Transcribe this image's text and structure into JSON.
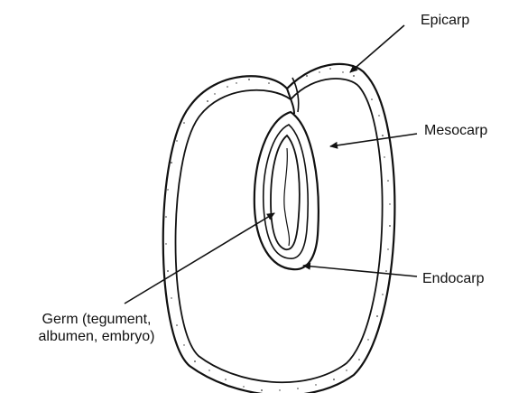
{
  "labels": {
    "epicarp": "Epicarp",
    "mesocarp": "Mesocarp",
    "endocarp": "Endocarp",
    "germ_line1": "Germ (tegument,",
    "germ_line2": "albumen, embryo)"
  },
  "colors": {
    "ink": "#111111",
    "background": "#ffffff"
  }
}
